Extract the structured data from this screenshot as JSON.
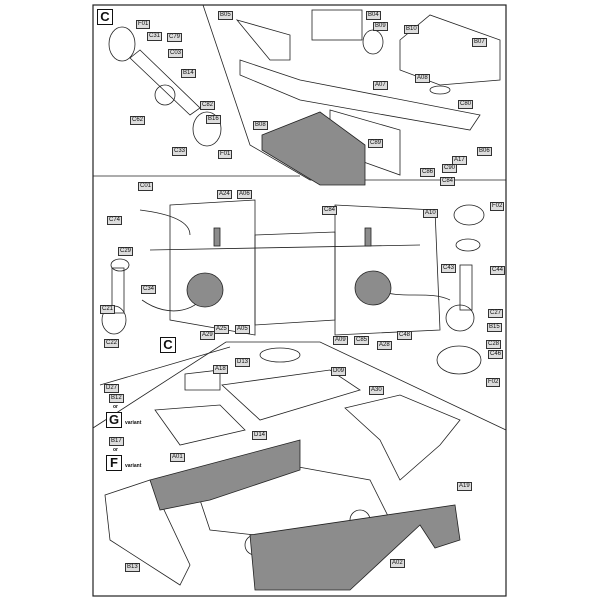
{
  "title": "Assembly instruction page - chassis, axles, interior and hull",
  "sub_assembly_markers": {
    "top_left": "C",
    "middle_left": "C"
  },
  "variants": {
    "g_letter": "G",
    "f_letter": "F",
    "variant_word": "variant",
    "or_word": "or"
  },
  "parts": {
    "top_left": [
      "F01",
      "C31",
      "C79",
      "C03",
      "B14",
      "C82",
      "C62",
      "C33",
      "F01"
    ],
    "top_right": [
      "B05",
      "B04",
      "B09",
      "B10",
      "B07",
      "A07",
      "A08",
      "C80",
      "B16",
      "B08",
      "C89",
      "B06",
      "A17",
      "C90",
      "C86",
      "C84"
    ],
    "middle": [
      "C01",
      "C74",
      "A24",
      "A06",
      "C29",
      "C84",
      "A10",
      "F02",
      "C43",
      "C44",
      "C34",
      "C21",
      "C27",
      "B15",
      "A29",
      "A25",
      "A05",
      "A09",
      "C85",
      "A28",
      "C48",
      "C22",
      "C28",
      "C46",
      "F02"
    ],
    "bottom": [
      "D13",
      "A18",
      "D09",
      "A30",
      "D27",
      "B12",
      "B17",
      "D14",
      "A01",
      "A19",
      "B13",
      "A02"
    ]
  },
  "colors": {
    "line": "#222222",
    "part_gray": "#8c8c8c",
    "label_bg": "#dddddd"
  }
}
